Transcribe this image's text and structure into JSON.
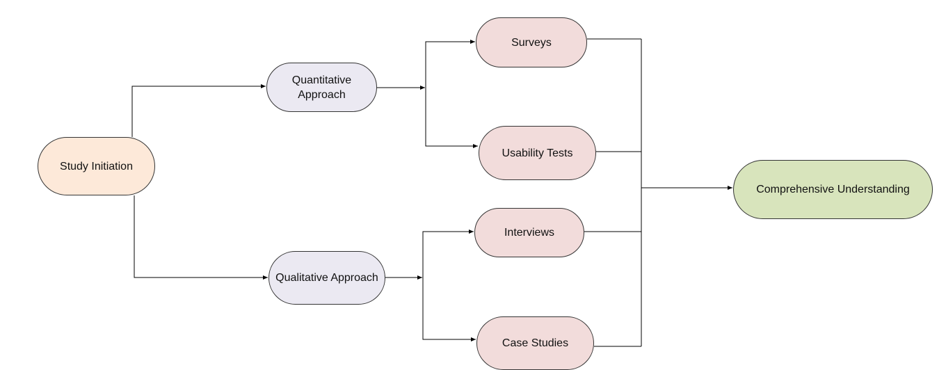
{
  "colors": {
    "start": "#fde9d9",
    "approach": "#ebe9f2",
    "method": "#f2dcdb",
    "outcome": "#d8e4bc",
    "stroke": "#333333",
    "connector": "#000000"
  },
  "nodes": {
    "study_initiation": {
      "label": "Study Initiation"
    },
    "quantitative": {
      "label_line1": "Quantitative",
      "label_line2": "Approach"
    },
    "qualitative": {
      "label": "Qualitative Approach"
    },
    "surveys": {
      "label": "Surveys"
    },
    "usability_tests": {
      "label": "Usability Tests"
    },
    "interviews": {
      "label": "Interviews"
    },
    "case_studies": {
      "label": "Case Studies"
    },
    "comprehensive": {
      "label": "Comprehensive Understanding"
    }
  }
}
